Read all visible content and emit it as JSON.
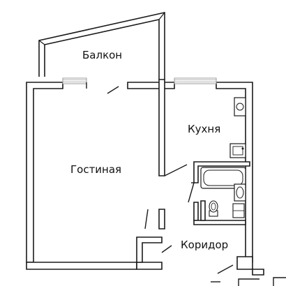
{
  "rooms": {
    "balcony": "Балкон",
    "kitchen": "Кухня",
    "living_room": "Гостиная",
    "corridor": "Коридор"
  },
  "colors": {
    "wall": "#1a1a1a",
    "wall_fill": "#ffffff",
    "window": "#9a9a9a",
    "background": "#ffffff"
  }
}
